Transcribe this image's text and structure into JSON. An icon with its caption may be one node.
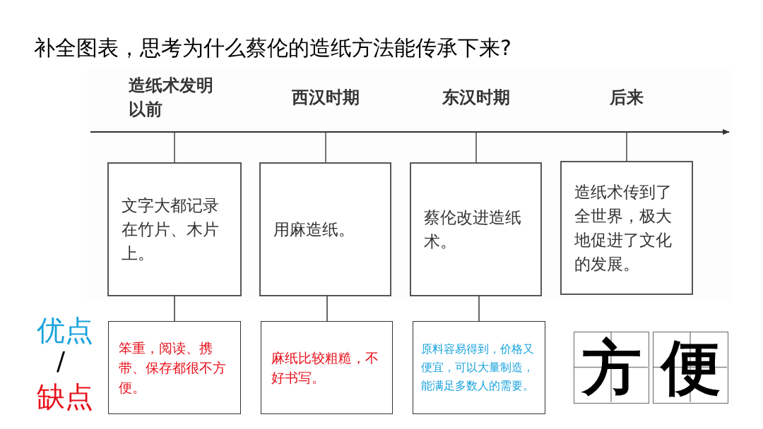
{
  "diagram": {
    "title": "补全图表，思考为什么蔡伦的造纸方法能传承下来?",
    "nodes": [
      {
        "text": [
          "文字大都记录在竹片、木片上。"
        ],
        "beside": [
          "造纸术发明以前"
        ]
      },
      {
        "text": [
          "用麻造纸。"
        ],
        "beside": [
          "西汉时期"
        ]
      },
      {
        "text": [
          "蔡伦改进造纸术。"
        ],
        "beside": [
          "东汉时期"
        ]
      },
      {
        "text": [
          "造纸术传到了全世界，极大地促进了文化的发展。"
        ],
        "beside": [
          "后来"
        ]
      },
      {
        "text": [
          "笨重，阅读、携带、保存都很不方便。"
        ]
      },
      {
        "text": [
          "麻纸比较粗糙，不好书写。"
        ]
      },
      {
        "text": [
          "原料容易得到，价格又便宜，可以大量制造，能满足多数人的需要。"
        ]
      },
      {
        "text": [
          "方"
        ]
      },
      {
        "text": [
          "便"
        ]
      }
    ],
    "edges": [
      {
        "from": 0,
        "to": 4,
        "arrow": "none"
      },
      {
        "from": 1,
        "to": 5,
        "arrow": "none"
      },
      {
        "from": 2,
        "to": 6,
        "arrow": "none"
      }
    ],
    "labels": [
      "优点",
      "/",
      "缺点"
    ]
  }
}
